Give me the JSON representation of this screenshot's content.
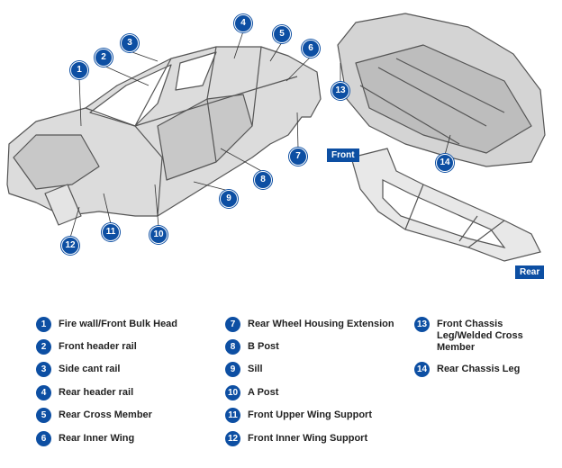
{
  "callouts": [
    "1",
    "2",
    "3",
    "4",
    "5",
    "6",
    "7",
    "8",
    "9",
    "10",
    "11",
    "12",
    "13",
    "14"
  ],
  "tags": {
    "front": "Front",
    "rear": "Rear"
  },
  "legend": [
    {
      "num": "1",
      "label": "Fire wall/Front Bulk Head"
    },
    {
      "num": "2",
      "label": "Front header rail"
    },
    {
      "num": "3",
      "label": "Side cant rail"
    },
    {
      "num": "4",
      "label": "Rear header rail"
    },
    {
      "num": "5",
      "label": "Rear Cross Member"
    },
    {
      "num": "6",
      "label": "Rear Inner Wing"
    },
    {
      "num": "7",
      "label": "Rear Wheel Housing Extension"
    },
    {
      "num": "8",
      "label": "B Post"
    },
    {
      "num": "9",
      "label": "Sill"
    },
    {
      "num": "10",
      "label": "A Post"
    },
    {
      "num": "11",
      "label": "Front Upper Wing Support"
    },
    {
      "num": "12",
      "label": "Front Inner Wing Support"
    },
    {
      "num": "13",
      "label": "Front Chassis Leg/Welded Cross Member"
    },
    {
      "num": "14",
      "label": "Rear Chassis Leg"
    }
  ],
  "colors": {
    "badge": "#0d4fa3",
    "body": "#d9d9d9",
    "outline": "#555555"
  }
}
